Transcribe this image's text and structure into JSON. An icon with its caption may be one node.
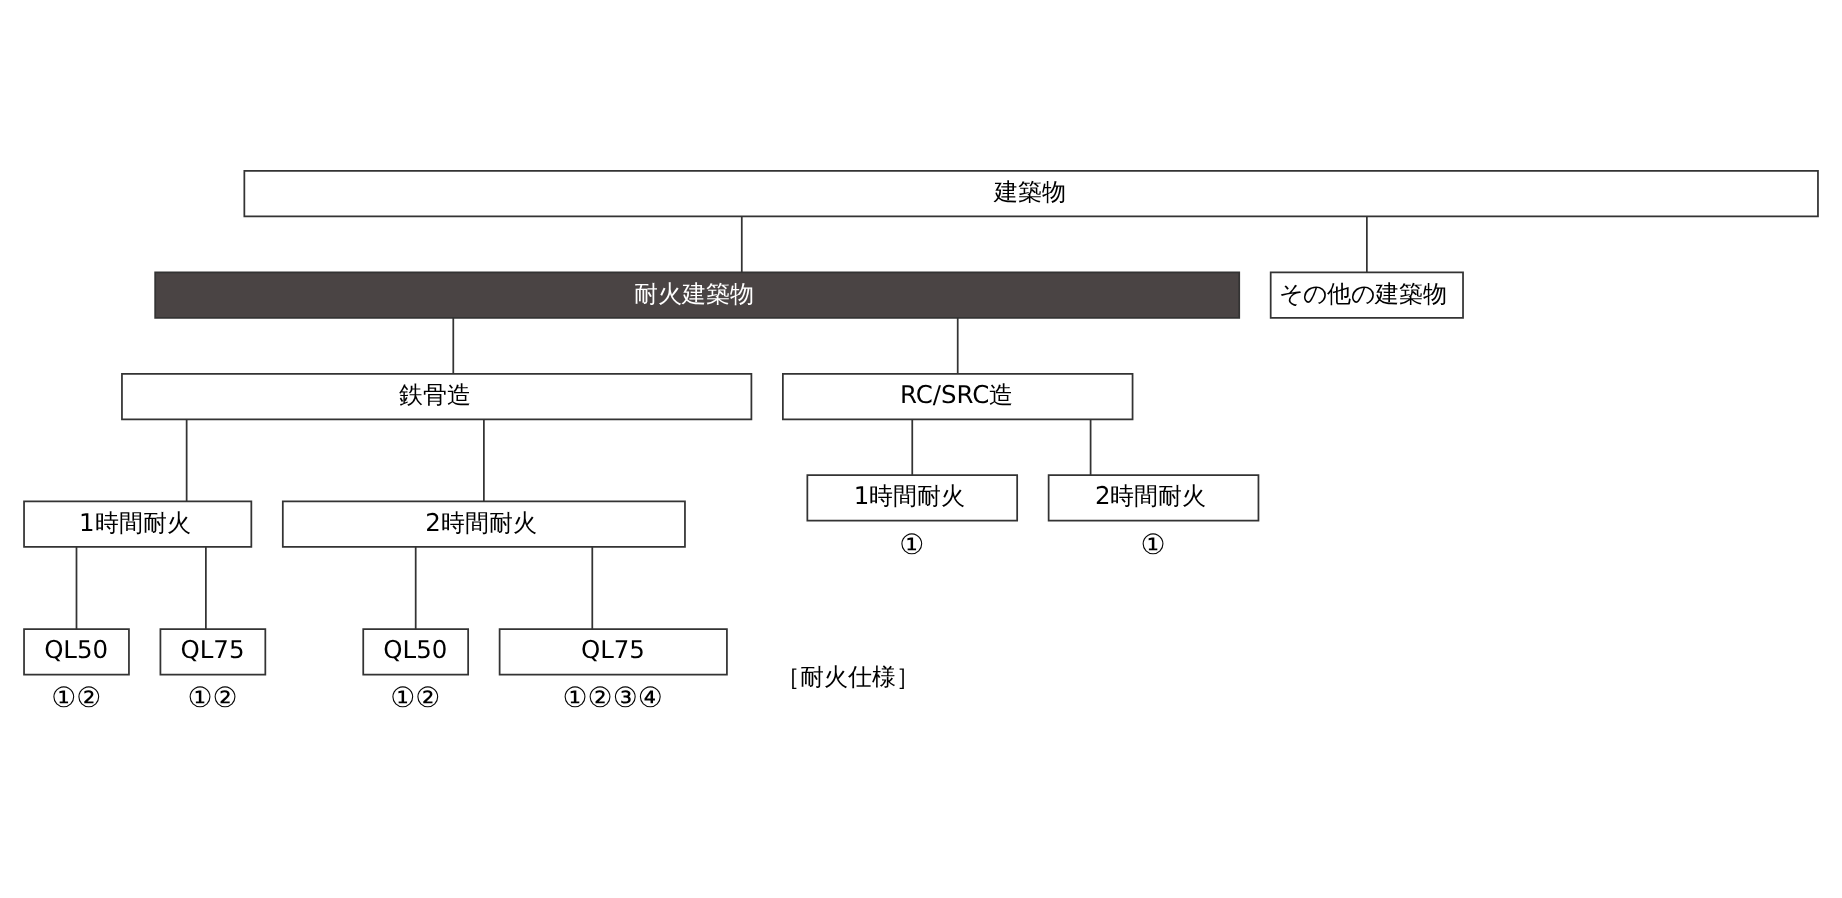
{
  "diagram": {
    "nodes": [
      {
        "text": [
          "建築物"
        ]
      },
      {
        "text": [
          "耐火建築物"
        ]
      },
      {
        "text": [
          "その他の建築物"
        ]
      },
      {
        "text": [
          "鉄骨造"
        ]
      },
      {
        "text": [
          "RC/SRC造"
        ]
      },
      {
        "text": [
          "1時間耐火"
        ]
      },
      {
        "text": [
          "2時間耐火"
        ]
      },
      {
        "text": [
          "1時間耐火"
        ],
        "beside": [
          "①"
        ]
      },
      {
        "text": [
          "2時間耐火"
        ],
        "beside": [
          "①"
        ]
      },
      {
        "text": [
          "QL50"
        ],
        "beside": [
          "①②"
        ]
      },
      {
        "text": [
          "QL75"
        ],
        "beside": [
          "①②"
        ]
      },
      {
        "text": [
          "QL50"
        ],
        "beside": [
          "①②"
        ]
      },
      {
        "text": [
          "QL75"
        ],
        "beside": [
          "①②③④"
        ]
      }
    ],
    "edges": [
      {
        "from": 0,
        "to": 1,
        "arrow": "none"
      },
      {
        "from": 0,
        "to": 2,
        "arrow": "none"
      },
      {
        "from": 1,
        "to": 3,
        "arrow": "none"
      },
      {
        "from": 1,
        "to": 4,
        "arrow": "none"
      },
      {
        "from": 3,
        "to": 5,
        "arrow": "none"
      },
      {
        "from": 3,
        "to": 6,
        "arrow": "none"
      },
      {
        "from": 4,
        "to": 7,
        "arrow": "none"
      },
      {
        "from": 4,
        "to": 8,
        "arrow": "none"
      },
      {
        "from": 5,
        "to": 9,
        "arrow": "none"
      },
      {
        "from": 5,
        "to": 10,
        "arrow": "none"
      },
      {
        "from": 6,
        "to": 11,
        "arrow": "none"
      },
      {
        "from": 6,
        "to": 12,
        "arrow": "none"
      }
    ],
    "labels": [
      "［耐火仕様］"
    ]
  }
}
